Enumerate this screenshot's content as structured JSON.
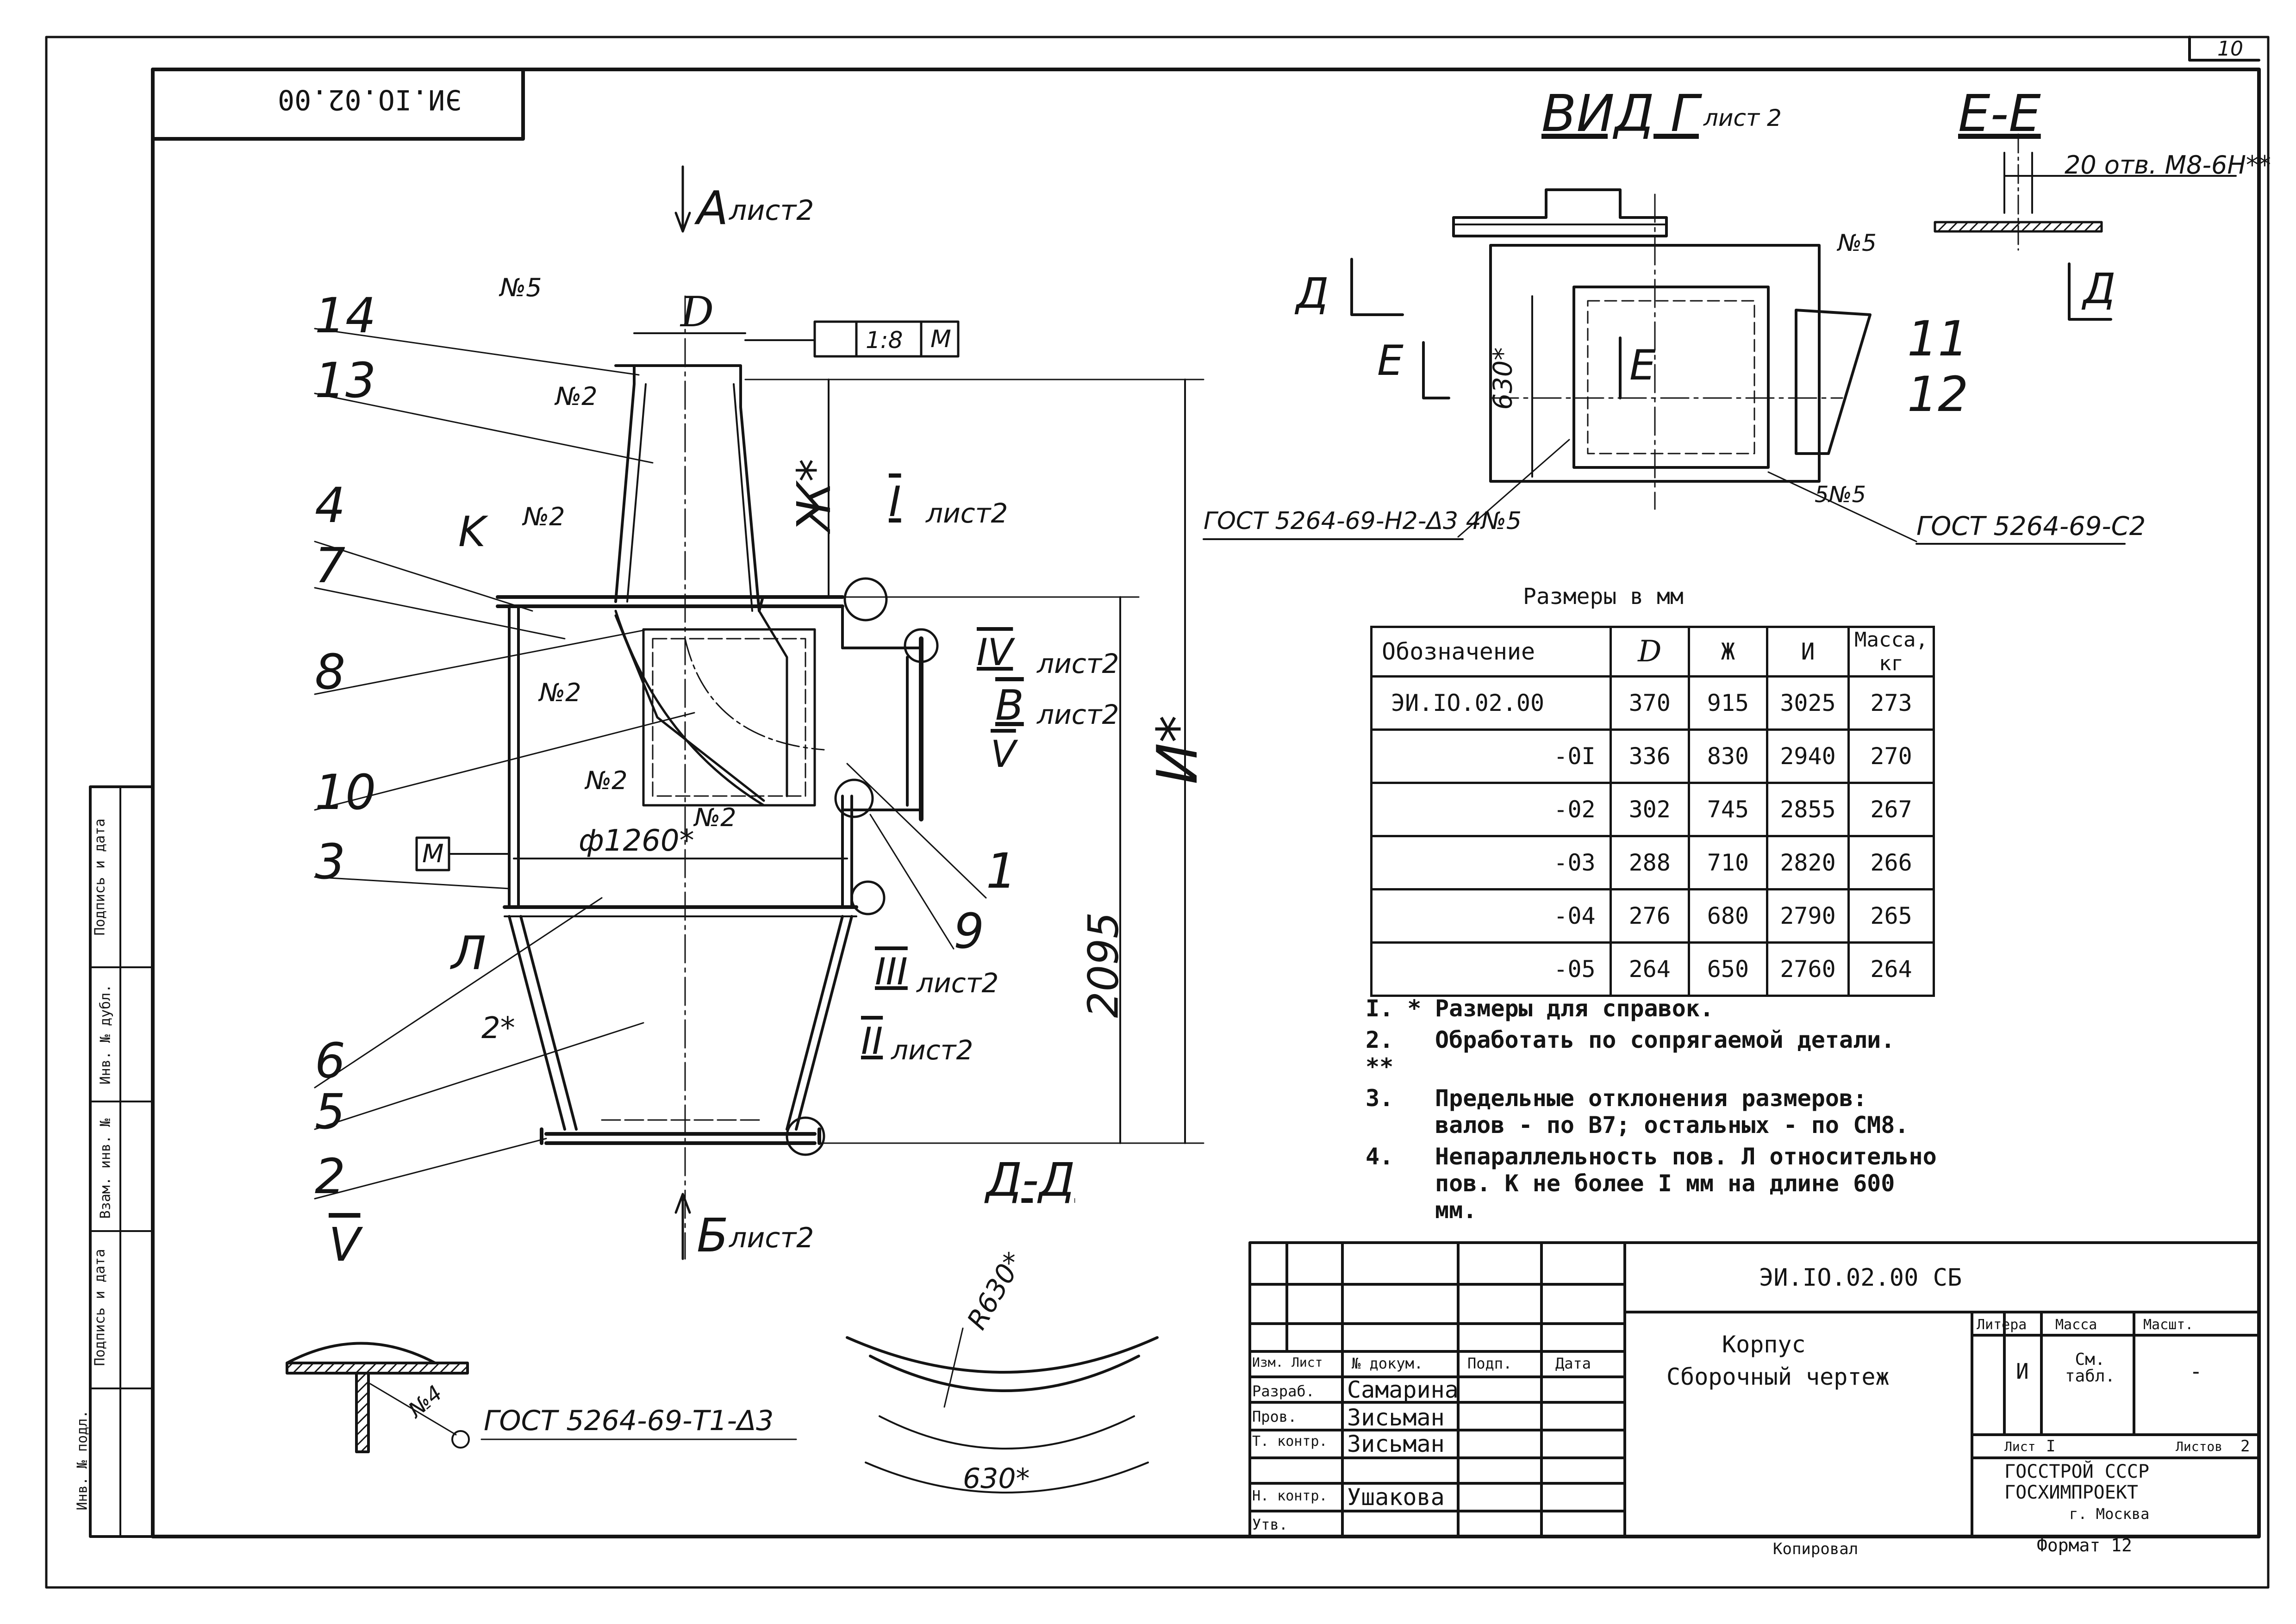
{
  "sheet": {
    "page_number": "10",
    "rotated_code": "ЭИ.IO.02.00",
    "format": "Формат 12",
    "copied": "Копировал"
  },
  "drawing": {
    "view_a": "А",
    "view_a_sheet": "лист2",
    "view_b": "Б",
    "view_b_sheet": "лист2",
    "view_g": "ВИД Г",
    "view_g_sheet": "лист 2",
    "section_ee": "Е-Е",
    "section_dd": "Д-Д",
    "dim_d": "D",
    "dim_zh": "Ж*",
    "dim_i": "И*",
    "dim_2095": "2095",
    "dim_phi1260": "ф1260*",
    "dim_2": "2*",
    "dim_630_vert": "630*",
    "dim_630_arc": "630*",
    "dim_r630": "R630*",
    "tolerance_value": "1:8",
    "tolerance_datum": "M",
    "datum_m": "M",
    "label_k": "K",
    "label_l": "Л",
    "label_v": "V",
    "label_d_left": "Д",
    "label_d_right": "Д",
    "label_e_left": "Е",
    "label_e_center": "Е",
    "weld_n5_top": "№5",
    "weld_n2_a": "№2",
    "weld_n2_b": "№2",
    "weld_n2_c": "№2",
    "weld_n2_d": "№2",
    "weld_n2_e": "№2",
    "weld_n5_view": "№5",
    "weld_n5_view2": "5№5",
    "weld_n4": "№4",
    "gost_left": "ГОСТ 5264-69-Н2-Δ3 4№5",
    "gost_right": "ГОСТ 5264-69-С2",
    "gost_bottom": "ГОСТ 5264-69-Т1-Δ3",
    "thread_note": "20 отв. М8-6Н**",
    "detail_i": "I",
    "detail_i_sheet": "лист2",
    "detail_iv": "IV",
    "detail_iv_sheet": "лист2",
    "detail_v_ref": "В",
    "detail_v_ref_sheet": "лист2",
    "detail_v": "V",
    "detail_iii": "III",
    "detail_iii_sheet": "лист2",
    "detail_ii": "II",
    "detail_ii_sheet": "лист2",
    "pos": {
      "p14": "14",
      "p13": "13",
      "p4": "4",
      "p7": "7",
      "p8": "8",
      "p10": "10",
      "p3": "3",
      "p6": "6",
      "p5": "5",
      "p2": "2",
      "p1": "1",
      "p9": "9",
      "p11": "11",
      "p12": "12"
    }
  },
  "dims_table": {
    "caption": "Размеры в мм",
    "headers": [
      "Обозначение",
      "D",
      "Ж",
      "И",
      "Масса, кг"
    ],
    "rows": [
      [
        "ЭИ.IO.02.00",
        "370",
        "915",
        "3025",
        "273"
      ],
      [
        "-0I",
        "336",
        "830",
        "2940",
        "270"
      ],
      [
        "-02",
        "302",
        "745",
        "2855",
        "267"
      ],
      [
        "-03",
        "288",
        "710",
        "2820",
        "266"
      ],
      [
        "-04",
        "276",
        "680",
        "2790",
        "265"
      ],
      [
        "-05",
        "264",
        "650",
        "2760",
        "264"
      ]
    ]
  },
  "notes": [
    {
      "key": "I. *",
      "text": "Размеры для справок."
    },
    {
      "key": "2. **",
      "text": "Обработать по сопрягаемой детали."
    },
    {
      "key": "3.",
      "text": "Предельные отклонения размеров: валов - по В7; остальных - по СМ8."
    },
    {
      "key": "4.",
      "text": "Непараллельность пов. Л относительно пов. К не более I мм на длине 600 мм."
    }
  ],
  "title_block": {
    "doc_code": "ЭИ.IO.02.00 СБ",
    "name_line1": "Корпус",
    "name_line2": "Сборочный чертеж",
    "col_izm": "Изм.",
    "col_list": "Лист",
    "col_doc": "№ докум.",
    "col_sign": "Подп.",
    "col_date": "Дата",
    "role_razrab": "Разраб.",
    "role_prov": "Пров.",
    "role_tkontr": "Т. контр.",
    "role_nkontr": "Н. контр.",
    "role_utv": "Утв.",
    "name_razrab": "Самарина",
    "name_prov": "Зисьман",
    "name_tkontr": "Зисьман",
    "name_nkontr": "Ушакова",
    "litera": "Литера",
    "massa": "Масса",
    "masshtab": "Масшт.",
    "litera_val": "И",
    "massa_val": "См. табл.",
    "masshtab_val": "-",
    "sheet_label": "Лист",
    "sheet_val": "I",
    "sheets_label": "Листов",
    "sheets_val": "2",
    "org1": "ГОССТРОЙ СССР",
    "org2": "ГОСХИМПРОЕКТ",
    "org3": "г. Москва"
  },
  "side_stamp": [
    "Инв. № подл.",
    "Подпись и дата",
    "Взам. инв. №",
    "Инв. № дубл.",
    "Подпись и дата"
  ]
}
